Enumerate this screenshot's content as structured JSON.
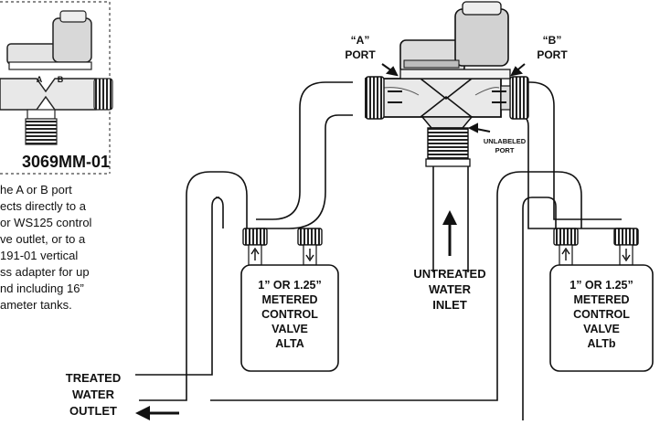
{
  "inset": {
    "part_number": "3069MM-01",
    "port_a_mark": "A",
    "port_b_mark": "B",
    "caption": [
      "he A or B port",
      "ects directly to a",
      "or WS125 control",
      "ve outlet, or to a",
      "191-01 vertical",
      "ss adapter for up",
      "nd including 16”",
      "ameter tanks."
    ]
  },
  "ports": {
    "a_line1": "“A”",
    "a_line2": "PORT",
    "b_line1": "“B”",
    "b_line2": "PORT",
    "unlabeled_line1": "UNLABELED",
    "unlabeled_line2": "PORT"
  },
  "valve_a": {
    "lines": [
      "1” OR 1.25”",
      "METERED",
      "CONTROL",
      "VALVE",
      "ALTA"
    ]
  },
  "valve_b": {
    "lines": [
      "1” OR 1.25”",
      "METERED",
      "CONTROL",
      "VALVE",
      "ALTb"
    ]
  },
  "inlet": {
    "lines": [
      "UNTREATED",
      "WATER",
      "INLET"
    ]
  },
  "outlet": {
    "lines": [
      "TREATED",
      "WATER",
      "OUTLET"
    ]
  }
}
